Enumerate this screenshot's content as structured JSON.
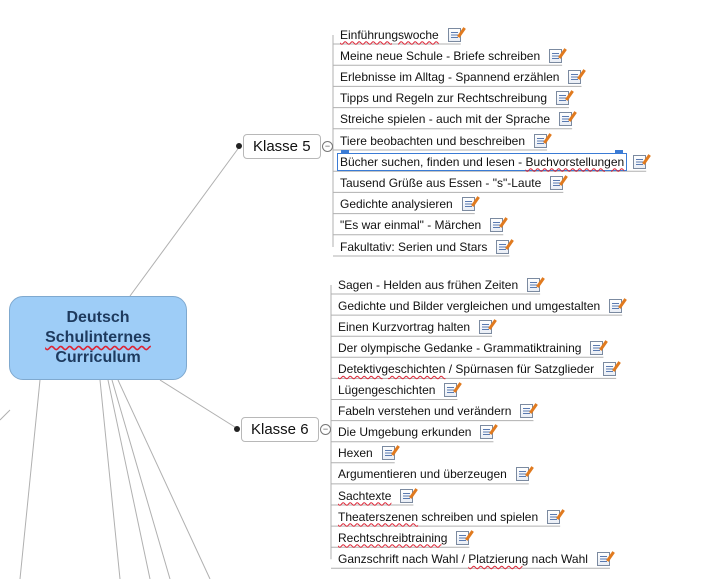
{
  "root": {
    "line1": "Deutsch",
    "line2": "Schulinternes",
    "line3": "Curriculum"
  },
  "branches": [
    {
      "label": "Klasse 5",
      "topics": [
        {
          "label": "Einführungswoche"
        },
        {
          "label": "Meine neue Schule - Briefe schreiben"
        },
        {
          "label": "Erlebnisse im Alltag - Spannend erzählen"
        },
        {
          "label": "Tipps und Regeln zur Rechtschreibung"
        },
        {
          "label": "Streiche spielen - auch mit der Sprache"
        },
        {
          "label": "Tiere beobachten und beschreiben"
        },
        {
          "label": "Bücher suchen, finden und lesen - Buchvorstellungen",
          "selected": true
        },
        {
          "label": "Tausend Grüße aus Essen - \"s\"-Laute"
        },
        {
          "label": "Gedichte analysieren"
        },
        {
          "label": "\"Es war einmal\" - Märchen"
        },
        {
          "label": "Fakultativ: Serien und Stars"
        }
      ]
    },
    {
      "label": "Klasse 6",
      "topics": [
        {
          "label": "Sagen - Helden aus frühen Zeiten"
        },
        {
          "label": "Gedichte und Bilder vergleichen und umgestalten"
        },
        {
          "label": "Einen Kurzvortrag halten"
        },
        {
          "label": "Der olympische Gedanke - Grammatiktraining"
        },
        {
          "label": "Detektivgeschichten / Spürnasen für Satzglieder"
        },
        {
          "label": "Lügengeschichten"
        },
        {
          "label": "Fabeln verstehen und verändern"
        },
        {
          "label": "Die Umgebung erkunden"
        },
        {
          "label": "Hexen"
        },
        {
          "label": "Argumentieren und überzeugen"
        },
        {
          "label": "Sachtexte"
        },
        {
          "label": "Theaterszenen schreiben und spielen"
        },
        {
          "label": "Rechtschreibtraining"
        },
        {
          "label": "Ganzschrift nach Wahl / Platzierung nach Wahl"
        }
      ]
    }
  ],
  "colors": {
    "root_fill": "#9ecdf7",
    "root_text": "#1e3a5e",
    "selection": "#3a7bd5",
    "connector": "#b0b0b0",
    "spell_underline": "#dd2233"
  },
  "icons": {
    "note": "note-icon",
    "collapse": "collapse-minus-icon"
  }
}
